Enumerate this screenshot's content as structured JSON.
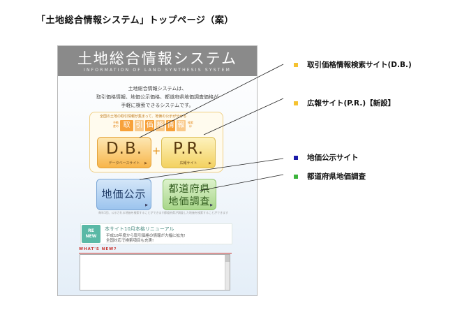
{
  "doc_title": "「土地総合情報システム」トップページ（案）",
  "header": {
    "title": "土地総合情報システム",
    "subtitle": "INFORMATION OF LAND SYNTHESIS SYSTEM"
  },
  "intro": {
    "line1": "土地総合情報システムは、",
    "line2": "取引価格情報、地価公示価格、都道府県地価調査価格が",
    "line3": "手軽に検索できるシステムです。"
  },
  "db_panel": {
    "caption": "全国の土地の取引情報が集まって、地価の公示が分かる",
    "chips": [
      "取",
      "引",
      "価",
      "格",
      "情",
      "報"
    ],
    "tiny_left": "不動産の",
    "tiny_right": "検索は"
  },
  "buttons": {
    "db_label": "D.B.",
    "db_sub": "データベースサイト",
    "pr_label": "P.R.",
    "pr_sub": "広報サイト",
    "plus": "+",
    "chika_label": "地価公示",
    "todo_line1": "都道府県",
    "todo_line2": "地価調査",
    "arrow": "▶"
  },
  "notes": {
    "left": "毎年1回、公示される地価を検索することができます",
    "right": "都道府県が調査した地価を検索することができます"
  },
  "news": {
    "badge_line1": "RE",
    "badge_line2": "NEW",
    "title": "本サイト10月本格リニューアル",
    "line1": "平成18年度から取引価格の情報が大幅に拡充!",
    "line2": "全国対応で検索項目も充実!"
  },
  "whats_new": {
    "label": "WHAT'S NEW?"
  },
  "callouts": [
    {
      "label": "取引価格情報検索サイト(D.B.)",
      "color": "#f5c230"
    },
    {
      "label": "広報サイト(P.R.)【新設】",
      "color": "#f5c230"
    },
    {
      "label": "地価公示サイト",
      "color": "#1a1aa8"
    },
    {
      "label": "都道府県地価調査",
      "color": "#3cb43c"
    }
  ]
}
